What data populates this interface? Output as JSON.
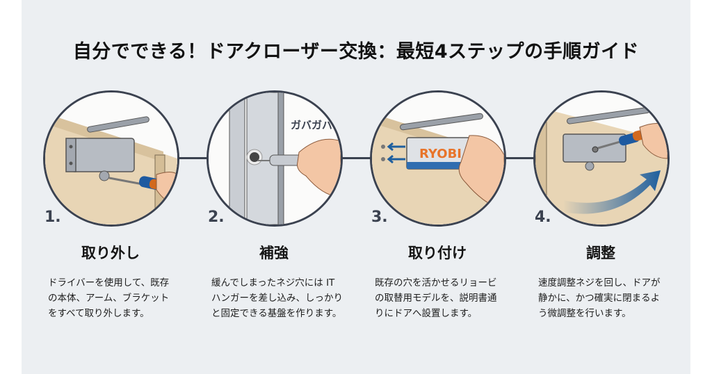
{
  "title": "自分でできる！ドアクローザー交換：最短4ステップの手順ガイド",
  "colors": {
    "panel_bg": "#eceff2",
    "outline": "#3b4250",
    "door_wood": "#e8d5b5",
    "metal": "#b7bcc3",
    "screwdriver_blue": "#1e5aa0",
    "screwdriver_orange": "#d2691e",
    "ryobi_orange": "#e8742a",
    "arrow_blue": "#1f5f9e",
    "skin": "#f3c6a5"
  },
  "steps": [
    {
      "number": "1.",
      "heading": "取り外し",
      "description": [
        "ドライバーを使用して、既存",
        "の本体、アーム、ブラケット",
        "をすべて取り外します。"
      ],
      "illustration": "screwdriver-removing-door-closer"
    },
    {
      "number": "2.",
      "heading": "補強",
      "description": [
        "緩んでしまったネジ穴には IT",
        "ハンガーを差し込み、しっかり",
        "と固定できる基盤を作ります。"
      ],
      "illustration": "inserting-anchor-into-loose-screw-hole",
      "callout": "ガバガバ"
    },
    {
      "number": "3.",
      "heading": "取り付け",
      "description": [
        "既存の穴を活かせるリョービ",
        "の取替用モデルを、説明書通",
        "りにドアへ設置します。"
      ],
      "illustration": "mounting-ryobi-door-closer",
      "brand_label": "RYOBI"
    },
    {
      "number": "4.",
      "heading": "調整",
      "description": [
        "速度調整ネジを回し、ドアが",
        "静かに、かつ確実に閉まるよ",
        "う微調整を行います。"
      ],
      "illustration": "adjusting-speed-screw-with-door-swing-arrow"
    }
  ]
}
